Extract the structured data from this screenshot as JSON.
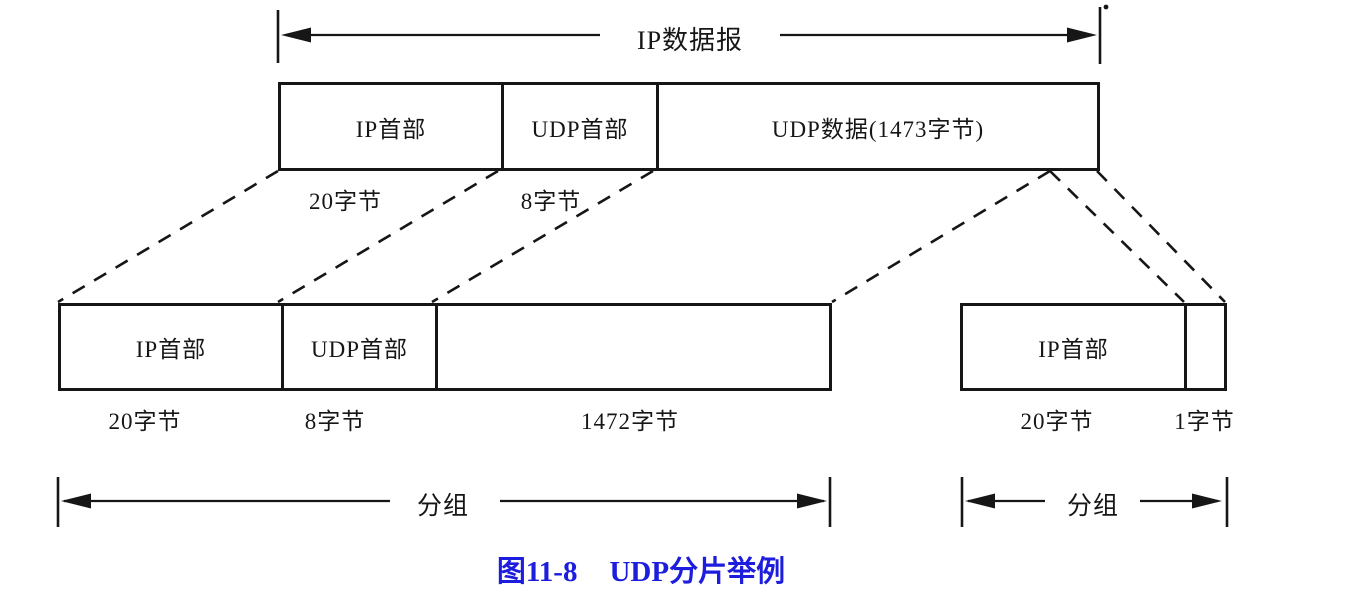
{
  "top_arrow": {
    "label": "IP数据报"
  },
  "datagram": {
    "cells": [
      "IP首部",
      "UDP首部",
      "UDP数据(1473字节)"
    ],
    "sizes": [
      "20字节",
      "8字节"
    ]
  },
  "fragment1": {
    "cells": [
      "IP首部",
      "UDP首部",
      ""
    ],
    "sizes": [
      "20字节",
      "8字节",
      "1472字节"
    ],
    "arrow_label": "分组"
  },
  "fragment2": {
    "cells": [
      "IP首部",
      ""
    ],
    "sizes": [
      "20字节",
      "1字节"
    ],
    "arrow_label": "分组"
  },
  "caption": {
    "number": "图11-8",
    "title": "UDP分片举例"
  },
  "colors": {
    "ink": "#161616",
    "caption_blue": "#1d1dde",
    "background": "#ffffff"
  }
}
